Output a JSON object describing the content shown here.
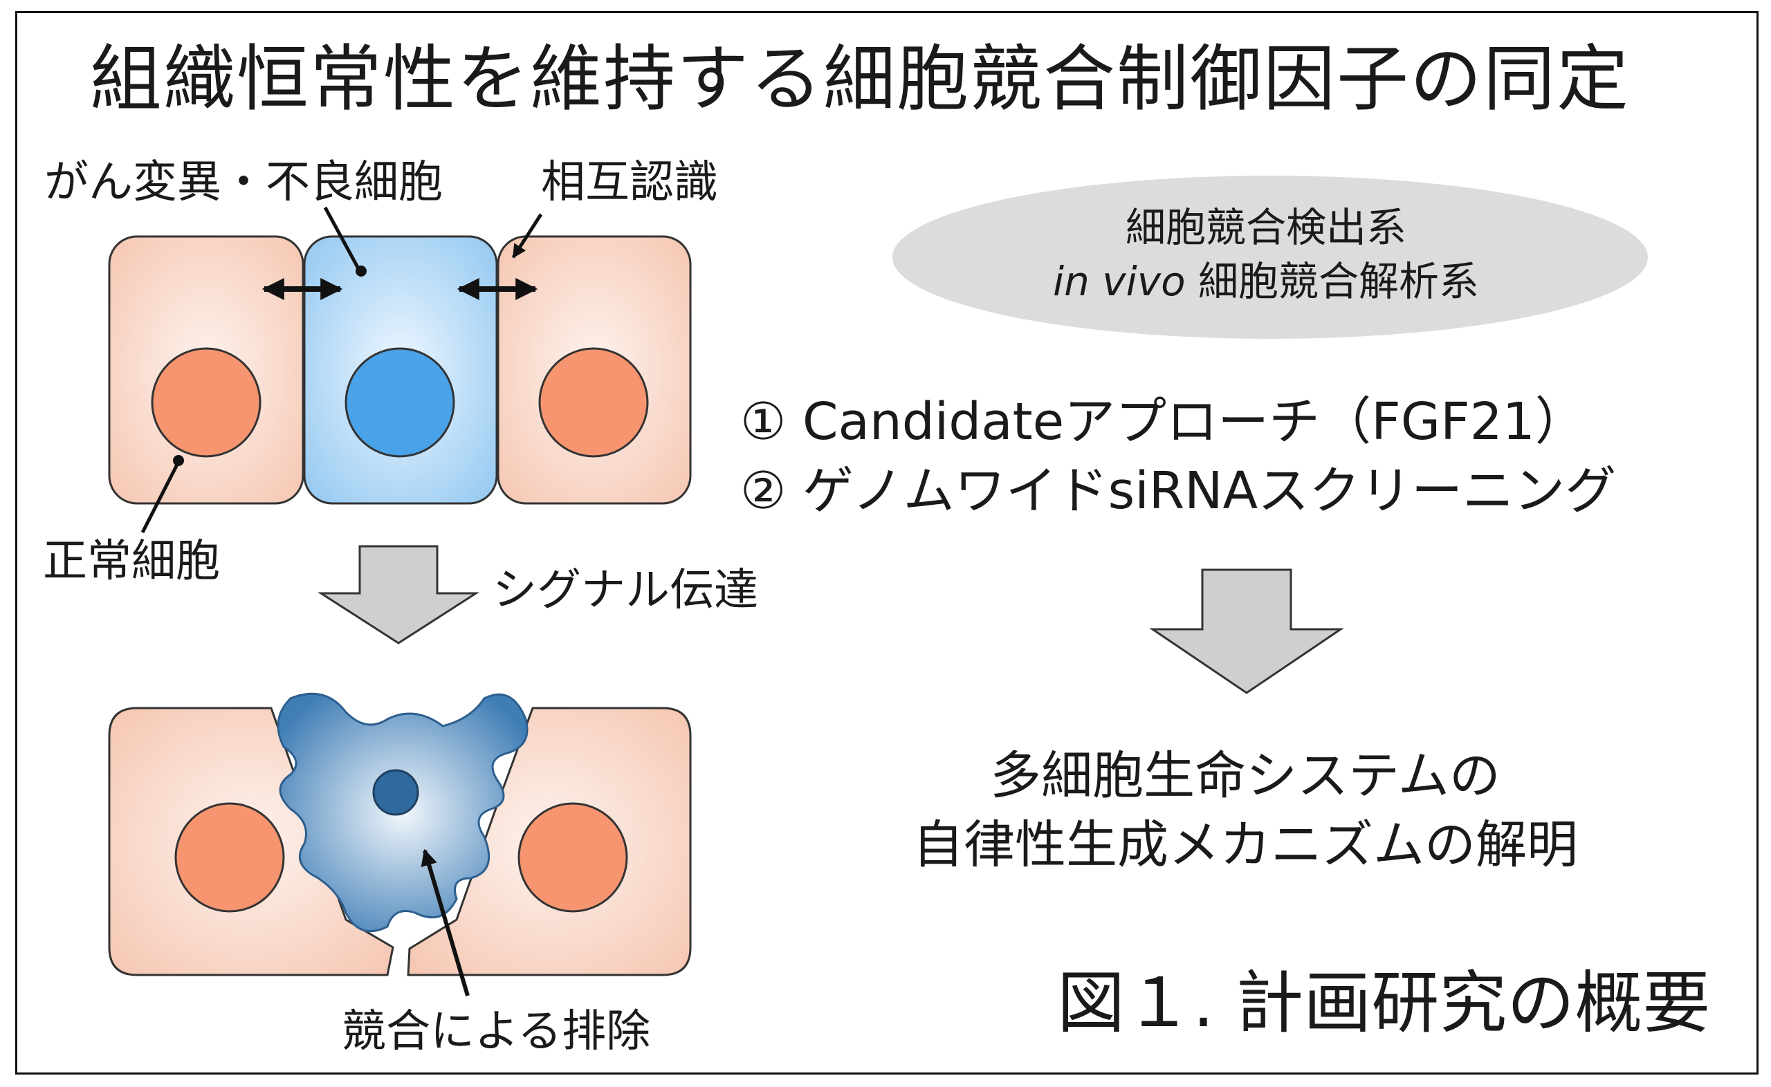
{
  "title": "組織恒常性を維持する細胞競合制御因子の同定",
  "labels": {
    "cancer_cell": "がん変異・不良細胞",
    "mutual_recognition": "相互認識",
    "normal_cell": "正常細胞",
    "signal_transduction": "シグナル伝達",
    "elimination": "競合による排除"
  },
  "assay": {
    "line1": "細胞競合検出系",
    "line2_italic": "in vivo",
    "line2_rest": " 細胞競合解析系"
  },
  "approaches": [
    "① Candidateアプローチ（FGF21）",
    "② ゲノムワイドsiRNAスクリーニング"
  ],
  "conclusion": {
    "line1": "多細胞生命システムの",
    "line2": "自律性生成メカニズムの解明"
  },
  "caption": "図１. 計画研究の概要",
  "colors": {
    "normal_cell_fill": "#f7cdbb",
    "normal_nucleus": "#f6956f",
    "mutant_cell_fill": "#a9d4f5",
    "mutant_nucleus": "#4aa3e8",
    "eliminated_cell": "#4d86b8",
    "arrow_fill": "#cfcfcf",
    "ellipse_fill": "#dcdcdc"
  }
}
